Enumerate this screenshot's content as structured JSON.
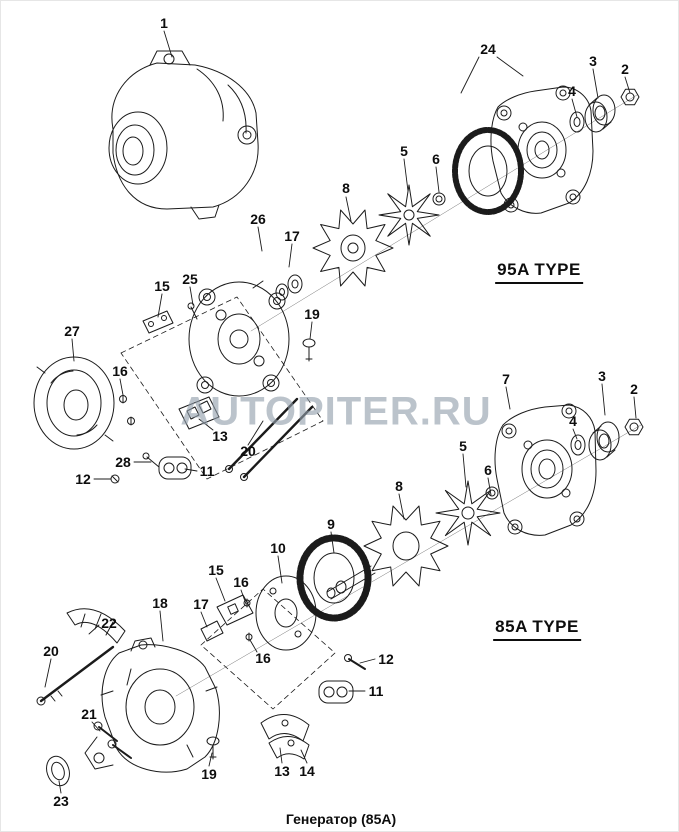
{
  "diagram": {
    "watermark": "AUTOPITER.RU",
    "caption": "Генератор (85А)",
    "type_labels": [
      {
        "id": "95a",
        "text": "95A TYPE"
      },
      {
        "id": "85a",
        "text": "85A TYPE"
      }
    ],
    "callouts": [
      {
        "label": "1"
      },
      {
        "label": "24"
      },
      {
        "label": "3"
      },
      {
        "label": "2"
      },
      {
        "label": "4"
      },
      {
        "label": "5"
      },
      {
        "label": "6"
      },
      {
        "label": "8"
      },
      {
        "label": "26"
      },
      {
        "label": "17"
      },
      {
        "label": "25"
      },
      {
        "label": "15"
      },
      {
        "label": "19"
      },
      {
        "label": "27"
      },
      {
        "label": "16"
      },
      {
        "label": "13"
      },
      {
        "label": "20"
      },
      {
        "label": "28"
      },
      {
        "label": "11"
      },
      {
        "label": "12"
      },
      {
        "label": "7"
      },
      {
        "label": "3"
      },
      {
        "label": "2"
      },
      {
        "label": "4"
      },
      {
        "label": "5"
      },
      {
        "label": "6"
      },
      {
        "label": "8"
      },
      {
        "label": "9"
      },
      {
        "label": "10"
      },
      {
        "label": "15"
      },
      {
        "label": "16"
      },
      {
        "label": "18"
      },
      {
        "label": "17"
      },
      {
        "label": "22"
      },
      {
        "label": "20"
      },
      {
        "label": "16"
      },
      {
        "label": "12"
      },
      {
        "label": "11"
      },
      {
        "label": "21"
      },
      {
        "label": "19"
      },
      {
        "label": "13"
      },
      {
        "label": "14"
      },
      {
        "label": "23"
      }
    ]
  }
}
